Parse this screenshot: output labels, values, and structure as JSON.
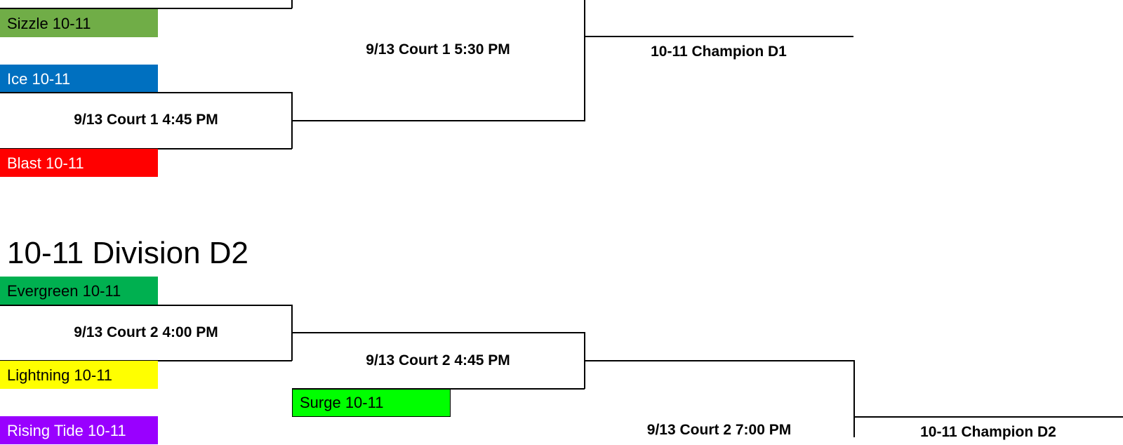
{
  "division_d1": {
    "teams": {
      "sizzle": {
        "label": "Sizzle 10-11",
        "bg": "#70AD47",
        "fg": "#000000"
      },
      "ice": {
        "label": "Ice 10-11",
        "bg": "#0070C0",
        "fg": "#ffffff"
      },
      "blast": {
        "label": "Blast 10-11",
        "bg": "#FF0000",
        "fg": "#ffffff"
      }
    },
    "games": {
      "semifinal": "9/13 Court 1 4:45 PM",
      "final": "9/13 Court 1 5:30 PM"
    },
    "champion": "10-11 Champion D1"
  },
  "division_d2": {
    "title": "10-11 Division D2",
    "teams": {
      "evergreen": {
        "label": "Evergreen 10-11",
        "bg": "#00B050",
        "fg": "#000000"
      },
      "lightning": {
        "label": "Lightning 10-11",
        "bg": "#FFFF00",
        "fg": "#000000"
      },
      "surge": {
        "label": "Surge 10-11",
        "bg": "#00FF00",
        "fg": "#000000"
      },
      "rising_tide": {
        "label": "Rising Tide 10-11",
        "bg": "#9900FF",
        "fg": "#ffffff"
      }
    },
    "games": {
      "round1": "9/13 Court 2 4:00 PM",
      "round2": "9/13 Court 2 4:45 PM",
      "final": "9/13 Court 2 7:00 PM"
    },
    "champion": "10-11 Champion D2"
  }
}
